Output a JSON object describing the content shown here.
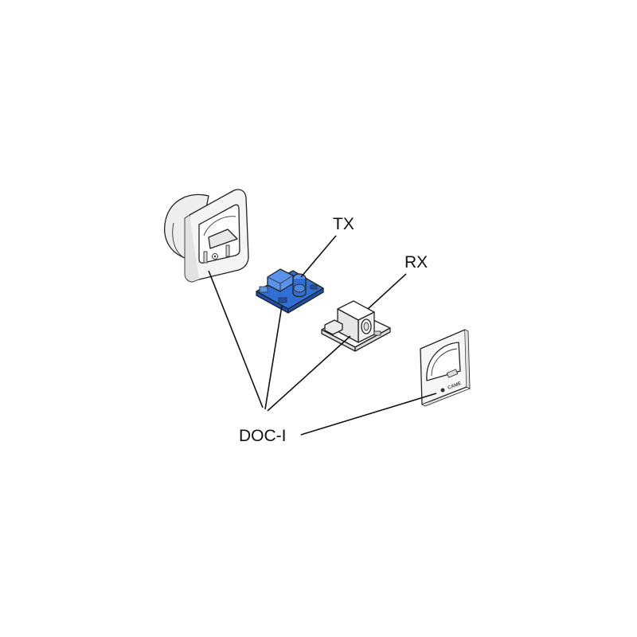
{
  "labels": {
    "tx": "TX",
    "rx": "RX",
    "doc_i": "DOC-I",
    "plate_logo": "CAME"
  },
  "colors": {
    "tx_board": "#2f6fd6",
    "tx_board_dark": "#1f4fa8",
    "tx_board_light": "#5b93ea",
    "outline": "#222222",
    "housing_fill": "#f4f4f4",
    "housing_shade": "#dcdcdc",
    "rx_fill": "#f7f7f7"
  },
  "parts": [
    {
      "id": "housing",
      "icon": "photocell-housing-icon"
    },
    {
      "id": "tx-board",
      "icon": "transmitter-board-icon"
    },
    {
      "id": "rx-board",
      "icon": "receiver-board-icon"
    },
    {
      "id": "cover-plate",
      "icon": "cover-plate-icon"
    }
  ]
}
